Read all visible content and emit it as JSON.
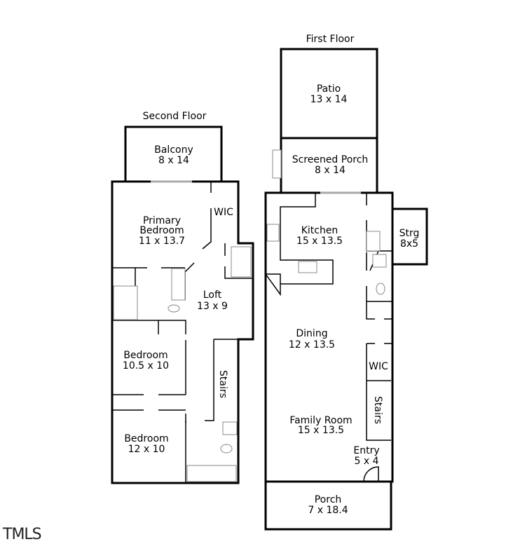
{
  "second_floor": {
    "title": "Second Floor",
    "rooms": [
      {
        "name": "Balcony",
        "size": "8 x 14"
      },
      {
        "name1": "Primary",
        "name2": "Bedroom",
        "size": "11 x 13.7"
      },
      {
        "name": "WIC"
      },
      {
        "name": "Loft",
        "size": "13 x 9"
      },
      {
        "name": "Bedroom",
        "size": "10.5 x 10"
      },
      {
        "name": "Stairs"
      },
      {
        "name": "Bedroom",
        "size": "12 x 10"
      }
    ]
  },
  "first_floor": {
    "title": "First Floor",
    "rooms": [
      {
        "name": "Patio",
        "size": "13 x 14"
      },
      {
        "name": "Screened Porch",
        "size": "8 x 14"
      },
      {
        "name": "Kitchen",
        "size": "15 x 13.5"
      },
      {
        "name": "Strg",
        "size": "8x5"
      },
      {
        "name": "Dining",
        "size": "12 x 13.5"
      },
      {
        "name": "WIC"
      },
      {
        "name": "Stairs"
      },
      {
        "name": "Family Room",
        "size": "15 x 13.5"
      },
      {
        "name": "Entry",
        "size": "5 x 4"
      },
      {
        "name": "Porch",
        "size": "7 x 18.4"
      }
    ]
  },
  "logo": "TMLS"
}
